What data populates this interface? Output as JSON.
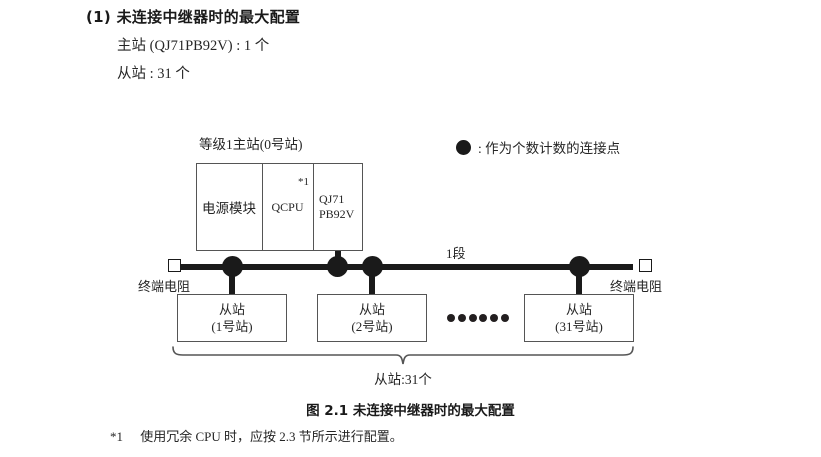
{
  "section": {
    "title": "(1) 未连接中继器时的最大配置",
    "specs": [
      "主站 (QJ71PB92V) : 1 个",
      "从站 : 31 个"
    ]
  },
  "diagram": {
    "master": {
      "label": "等级1主站(0号站)",
      "cells": {
        "power": "电源模块",
        "cpu": "QCPU",
        "cpu_note": "*1",
        "network_line1": "QJ71",
        "network_line2": "PB92V"
      }
    },
    "bus": {
      "segment_label": "1段",
      "terminator_left": "终端电阻",
      "terminator_right": "终端电阻",
      "dot_count": 4,
      "ellipsis_dots": 6
    },
    "slaves": [
      {
        "name": "从站",
        "station": "(1号站)"
      },
      {
        "name": "从站",
        "station": "(2号站)"
      },
      {
        "name": "从站",
        "station": "(31号站)"
      }
    ],
    "brace_label": "从站:31个",
    "legend": {
      "symbol": "filled-circle",
      "text": ": 作为个数计数的连接点"
    }
  },
  "caption": "图 2.1  未连接中继器时的最大配置",
  "footnote": {
    "mark": "*1",
    "text": "使用冗余 CPU 时，应按 2.3 节所示进行配置。"
  },
  "colors": {
    "ink": "#1a1a1a",
    "text": "#262626",
    "box_border": "#555555",
    "page_bg": "#ffffff"
  }
}
